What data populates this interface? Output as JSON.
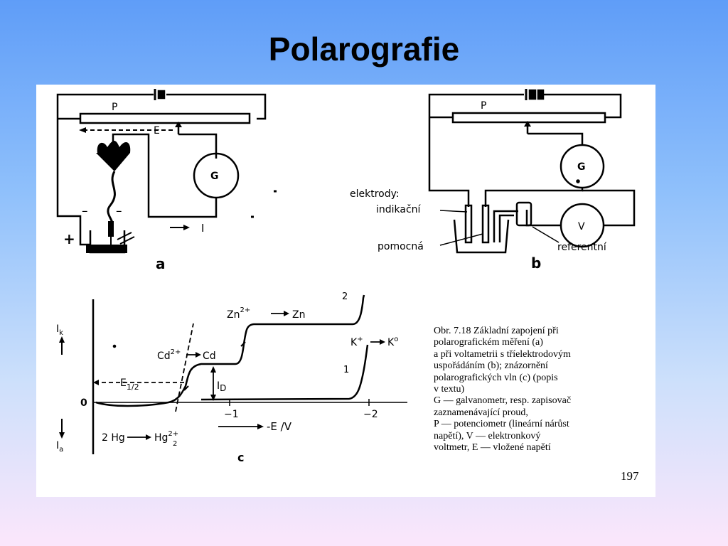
{
  "slide": {
    "title": "Polarografie"
  },
  "diagram_a": {
    "potentiometer": "P",
    "voltage": "E",
    "galvanometer": "G",
    "current": "I",
    "minus_top": "–",
    "minus_bottom": "–",
    "plus": "+",
    "label": "a"
  },
  "diagram_b": {
    "potentiometer": "P",
    "galvanometer": "G",
    "voltmeter": "V",
    "electrodes": "elektrody:",
    "indicator": "indikační",
    "auxiliary": "pomocná",
    "reference": "referentní",
    "label": "b"
  },
  "diagram_c": {
    "label": "c",
    "zero": "0",
    "tick_m1": "−1",
    "tick_m2": "−2",
    "x_axis_label": "-E /V",
    "i_k": "I",
    "i_k_sub": "k",
    "i_a": "I",
    "i_a_sub": "a",
    "e_half": "E",
    "e_half_sub": "1/2",
    "i_d": "I",
    "i_d_sub": "D",
    "curve_1": "1",
    "curve_2": "2",
    "cd_reaction_left": "Cd",
    "cd_charge": "2+",
    "cd_reaction_right": "Cd",
    "zn_reaction_left": "Zn",
    "zn_charge": "2+",
    "zn_reaction_right": "Zn",
    "k_left": "K",
    "k_charge": "+",
    "k_right": "K",
    "k_right_sup": "o",
    "hg_left": "2 Hg",
    "hg_right": "Hg",
    "hg_sup": "2+",
    "hg_sub": "2"
  },
  "caption": {
    "lines": [
      "Obr. 7.18 Základní zapojení při",
      "polarografickém měření (a)",
      "a při voltametrii s tříelektrodovým",
      "uspořádáním (b); znázornění",
      "polarografických vln (c) (popis",
      "v textu)",
      "G — galvanometr, resp. zapisovač",
      "zaznamenávající proud,",
      "P — potenciometr (lineární nárůst",
      "napětí), V — elektronkový",
      "voltmetr, E — vložené napětí"
    ],
    "page_number": "197"
  }
}
